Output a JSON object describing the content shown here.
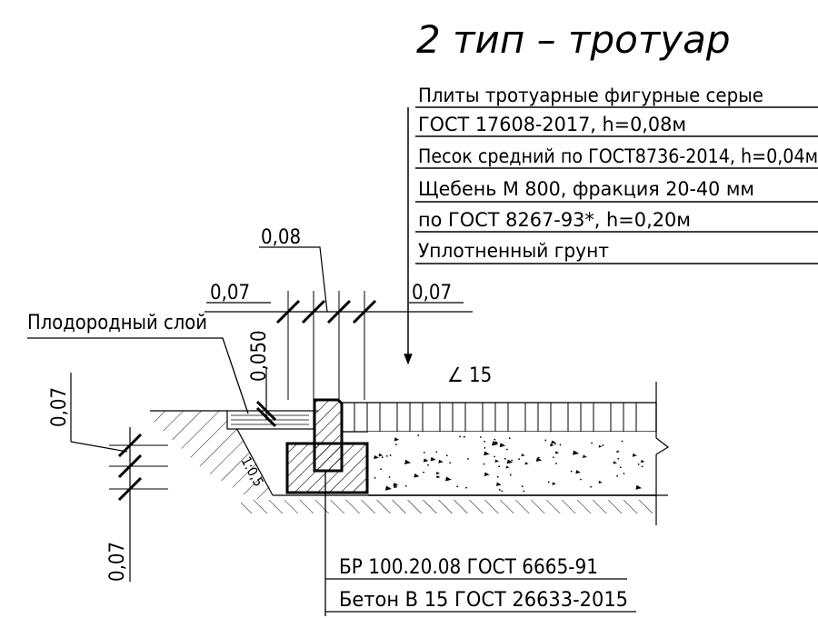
{
  "title": "2 тип – тротуар",
  "layers": [
    "Плиты тротуарные фигурные серые",
    "ГОСТ 17608-2017, h=0,08м",
    "Песок средний по ГОСТ8736-2014, h=0,04м",
    "Щебень М 800, фракция 20-40 мм",
    "по ГОСТ 8267-93*, h=0,20м",
    "Уплотненный грунт"
  ],
  "labels": {
    "fertile_layer": "Плодородный слой",
    "curb": "БР 100.20.08 ГОСТ 6665-91",
    "concrete": "Бетон В 15  ГОСТ 26633-2015",
    "angle": "∠ 15",
    "slope": "1:0,5"
  },
  "dimensions": {
    "d_008": "0,08",
    "d_007_left": "0,07",
    "d_007_right": "0,07",
    "d_0050": "0,050",
    "d_007_side_top": "0,07",
    "d_007_side_bottom": "0,07"
  }
}
